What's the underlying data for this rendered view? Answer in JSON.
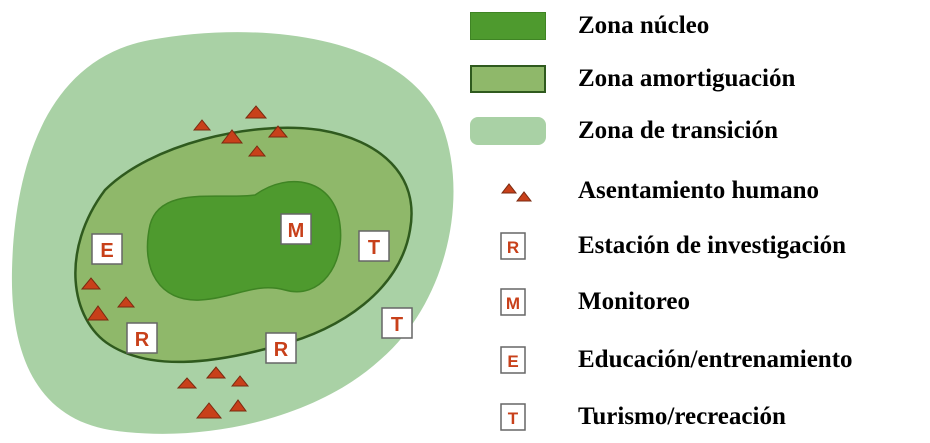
{
  "legend": [
    {
      "key": "core",
      "label": "Zona núcleo"
    },
    {
      "key": "buffer",
      "label": "Zona amortiguación"
    },
    {
      "key": "transition",
      "label": "Zona de transición"
    },
    {
      "key": "settlement",
      "label": "Asentamiento humano"
    },
    {
      "key": "research",
      "label": "Estación de investigación",
      "letter": "R"
    },
    {
      "key": "monitoring",
      "label": "Monitoreo",
      "letter": "M"
    },
    {
      "key": "education",
      "label": "Educación/entrenamiento",
      "letter": "E"
    },
    {
      "key": "tourism",
      "label": "Turismo/recreación",
      "letter": "T"
    }
  ],
  "diagram_markers": {
    "monitoring": "M",
    "research": "R",
    "education": "E",
    "tourism": "T"
  },
  "colors": {
    "core": "#4e9a2e",
    "buffer": "#8fb86a",
    "transition": "#a9d1a5",
    "settlement": "#c8401a",
    "marker_letter": "#c8401a"
  }
}
